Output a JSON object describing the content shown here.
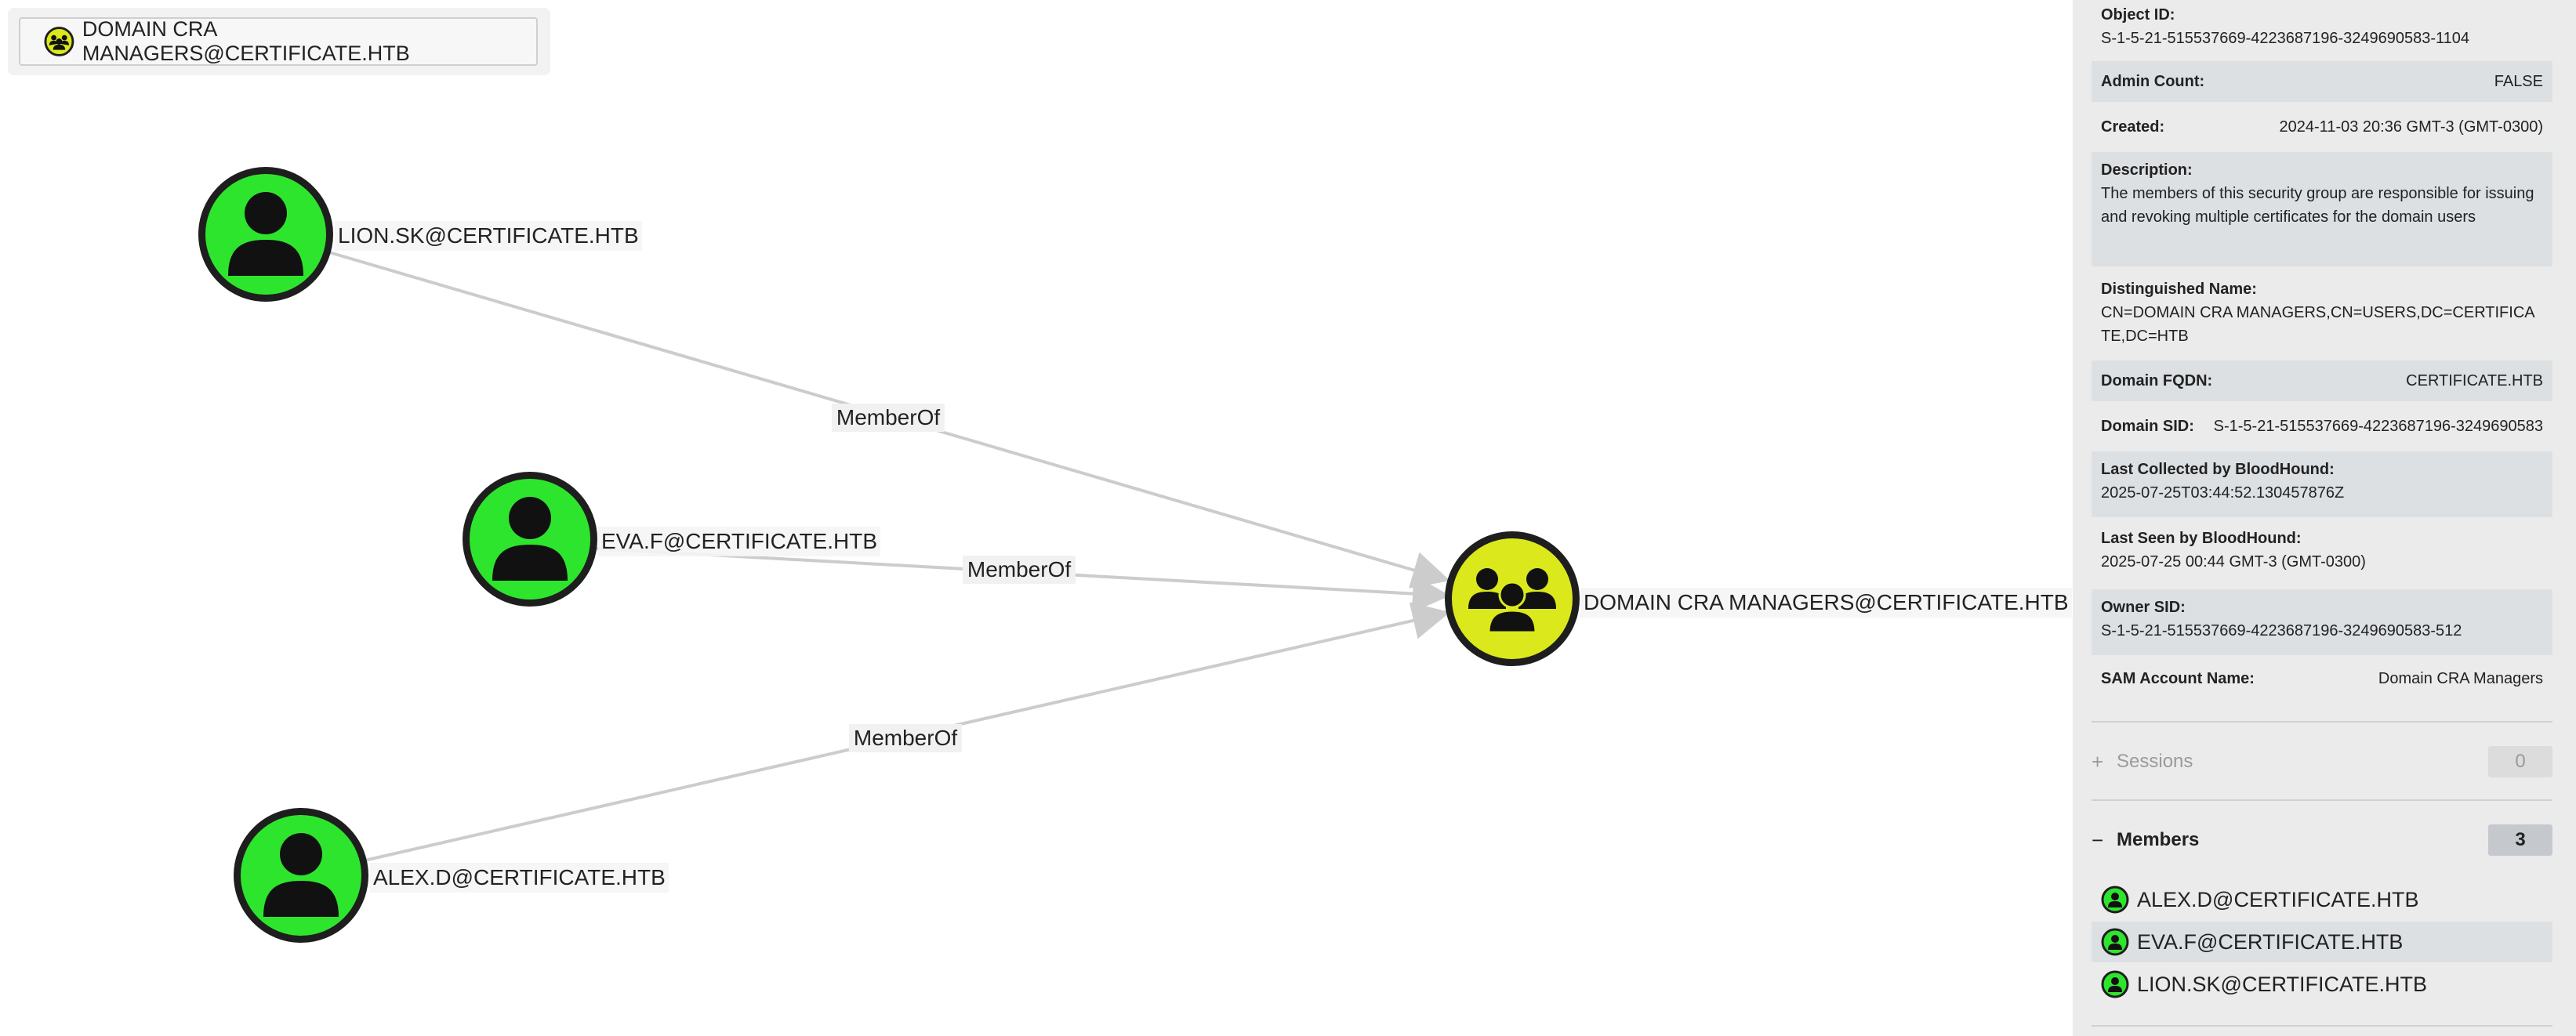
{
  "search": {
    "value": "DOMAIN CRA MANAGERS@CERTIFICATE.HTB",
    "icon": "group-icon"
  },
  "graph": {
    "nodes": [
      {
        "id": "lion",
        "label": "LION.SK@CERTIFICATE.HTB",
        "type": "user",
        "color": "#2ee52e"
      },
      {
        "id": "eva",
        "label": "EVA.F@CERTIFICATE.HTB",
        "type": "user",
        "color": "#2ee52e"
      },
      {
        "id": "alex",
        "label": "ALEX.D@CERTIFICATE.HTB",
        "type": "user",
        "color": "#2ee52e"
      },
      {
        "id": "group",
        "label": "DOMAIN CRA MANAGERS@CERTIFICATE.HTB",
        "type": "group",
        "color": "#dbe81c"
      }
    ],
    "edges": [
      {
        "from": "lion",
        "to": "group",
        "label": "MemberOf"
      },
      {
        "from": "eva",
        "to": "group",
        "label": "MemberOf"
      },
      {
        "from": "alex",
        "to": "group",
        "label": "MemberOf"
      }
    ],
    "edge_color": "#cccccc"
  },
  "panel": {
    "object_id": {
      "key": "Object ID:",
      "value": "S-1-5-21-515537669-4223687196-3249690583-1104"
    },
    "admin_count": {
      "key": "Admin Count:",
      "value": "FALSE"
    },
    "created": {
      "key": "Created:",
      "value": "2024-11-03 20:36 GMT-3 (GMT-0300)"
    },
    "description": {
      "key": "Description:",
      "value": "The members of this security group are responsible for issuing and revoking multiple certificates for the domain users"
    },
    "distinguished_name": {
      "key": "Distinguished Name:",
      "value": "CN=DOMAIN CRA MANAGERS,CN=USERS,DC=CERTIFICATE,DC=HTB"
    },
    "domain_fqdn": {
      "key": "Domain FQDN:",
      "value": "CERTIFICATE.HTB"
    },
    "domain_sid": {
      "key": "Domain SID:",
      "value": "S-1-5-21-515537669-4223687196-3249690583"
    },
    "last_collected": {
      "key": "Last Collected by BloodHound:",
      "value": "2025-07-25T03:44:52.130457876Z"
    },
    "last_seen": {
      "key": "Last Seen by BloodHound:",
      "value": "2025-07-25 00:44 GMT-3 (GMT-0300)"
    },
    "owner_sid": {
      "key": "Owner SID:",
      "value": "S-1-5-21-515537669-4223687196-3249690583-512"
    },
    "sam_account": {
      "key": "SAM Account Name:",
      "value": "Domain CRA Managers"
    },
    "sessions": {
      "toggle": "+",
      "title": "Sessions",
      "count": "0"
    },
    "members": {
      "toggle": "−",
      "title": "Members",
      "count": "3",
      "items": [
        "ALEX.D@CERTIFICATE.HTB",
        "EVA.F@CERTIFICATE.HTB",
        "LION.SK@CERTIFICATE.HTB"
      ]
    }
  }
}
